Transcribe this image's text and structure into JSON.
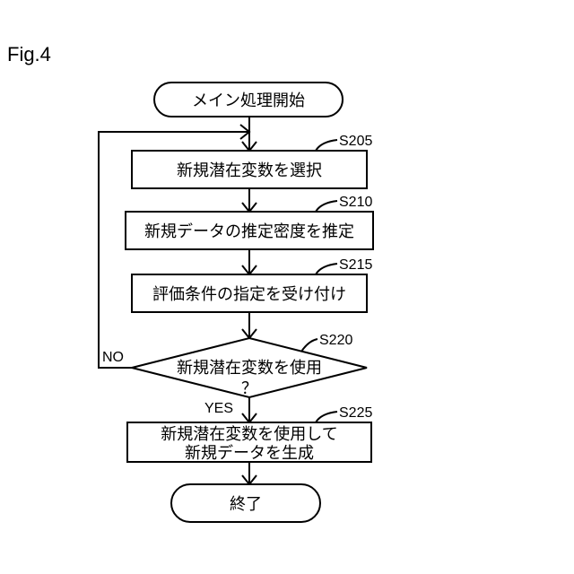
{
  "figure_label": "Fig.4",
  "start": {
    "text": "メイン処理開始"
  },
  "steps": [
    {
      "id": "S205",
      "text": "新規潜在変数を選択"
    },
    {
      "id": "S210",
      "text": "新規データの推定密度を推定"
    },
    {
      "id": "S215",
      "text": "評価条件の指定を受け付け"
    }
  ],
  "decision": {
    "id": "S220",
    "line1": "新規潜在変数を使用",
    "line2": "？",
    "no_label": "NO",
    "yes_label": "YES"
  },
  "final_step": {
    "id": "S225",
    "line1": "新規潜在変数を使用して",
    "line2": "新規データを生成"
  },
  "end": {
    "text": "終了"
  }
}
